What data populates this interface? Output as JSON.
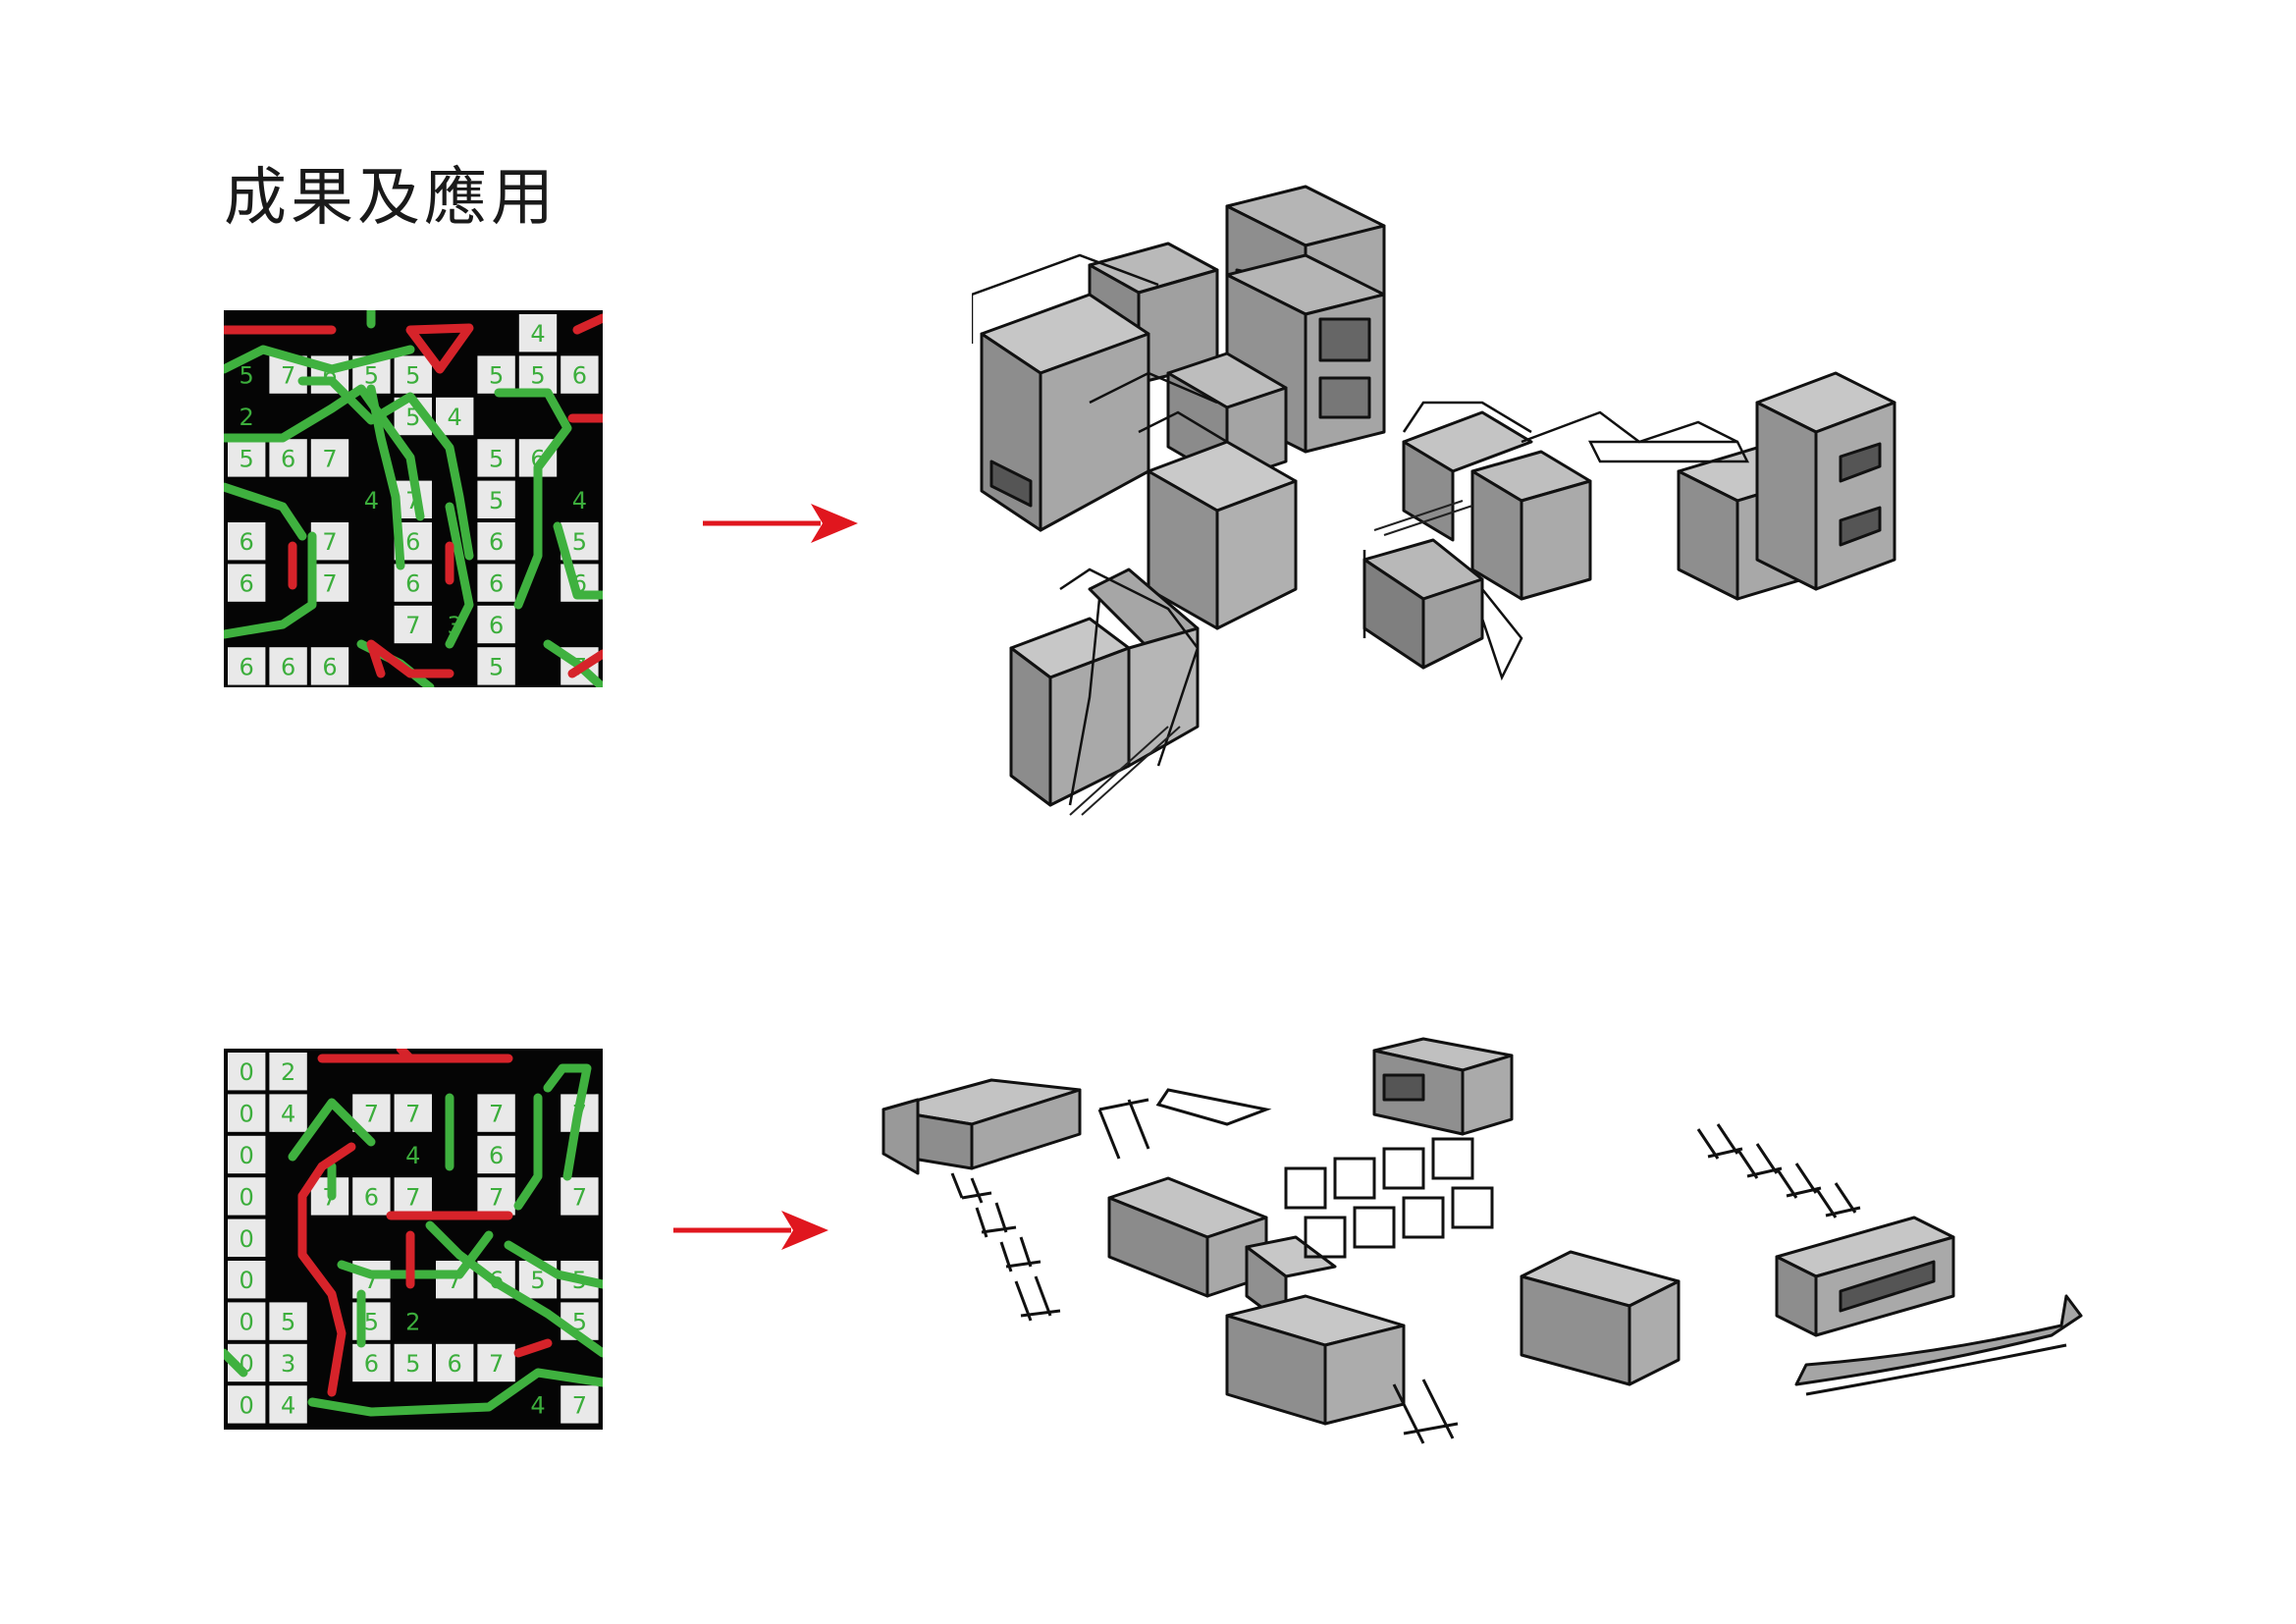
{
  "title": "成果及應用",
  "colors": {
    "grid_background": "#050505",
    "cell_fill": "#e9e9e9",
    "cell_text": "#3cae3c",
    "path_green": "#3fb13f",
    "path_red": "#d6232a",
    "arrow": "#e0161e",
    "model_fill": "#9c9c9c",
    "model_stroke": "#111111"
  },
  "grids": [
    {
      "name": "grid-top",
      "rows": [
        [
          "",
          "",
          "",
          "",
          "",
          "",
          "",
          "4",
          ""
        ],
        [
          "5",
          "7",
          "6",
          "5",
          "5",
          "",
          "5",
          "5",
          "6"
        ],
        [
          "2",
          "",
          "",
          "",
          "5",
          "4",
          "",
          "",
          ""
        ],
        [
          "5",
          "6",
          "7",
          "",
          "",
          "",
          "5",
          "6",
          ""
        ],
        [
          "",
          "",
          "",
          "4",
          "7",
          "",
          "5",
          "",
          "4"
        ],
        [
          "6",
          "",
          "7",
          "",
          "6",
          "",
          "6",
          "",
          "5"
        ],
        [
          "6",
          "",
          "7",
          "",
          "6",
          "",
          "6",
          "",
          "6"
        ],
        [
          "",
          "",
          "",
          "",
          "7",
          "3",
          "6",
          "",
          ""
        ],
        [
          "6",
          "6",
          "6",
          "",
          "",
          "",
          "5",
          "",
          "7"
        ]
      ],
      "boxed": [
        [
          0,
          0,
          0,
          0,
          0,
          0,
          0,
          1,
          0
        ],
        [
          0,
          1,
          1,
          1,
          1,
          0,
          1,
          1,
          1
        ],
        [
          0,
          0,
          0,
          0,
          1,
          1,
          0,
          0,
          0
        ],
        [
          1,
          1,
          1,
          0,
          0,
          0,
          1,
          1,
          0
        ],
        [
          0,
          0,
          0,
          0,
          1,
          0,
          1,
          0,
          0
        ],
        [
          1,
          0,
          1,
          0,
          1,
          0,
          1,
          0,
          1
        ],
        [
          1,
          0,
          1,
          0,
          1,
          0,
          1,
          0,
          1
        ],
        [
          0,
          0,
          0,
          0,
          1,
          0,
          1,
          0,
          0
        ],
        [
          1,
          1,
          1,
          0,
          0,
          0,
          1,
          0,
          1
        ]
      ]
    },
    {
      "name": "grid-bottom",
      "rows": [
        [
          "0",
          "2",
          "",
          "",
          "",
          "",
          "",
          "",
          ""
        ],
        [
          "0",
          "4",
          "",
          "7",
          "7",
          "",
          "7",
          "",
          "7"
        ],
        [
          "0",
          "",
          "",
          "",
          "4",
          "",
          "6",
          "",
          ""
        ],
        [
          "0",
          "",
          "7",
          "6",
          "7",
          "",
          "7",
          "",
          "7"
        ],
        [
          "0",
          "",
          "",
          "",
          "",
          "",
          "",
          "",
          ""
        ],
        [
          "0",
          "",
          "",
          "7",
          "",
          "7",
          "6",
          "5",
          "5"
        ],
        [
          "0",
          "5",
          "",
          "5",
          "2",
          "",
          "",
          "",
          "5"
        ],
        [
          "0",
          "3",
          "",
          "6",
          "5",
          "6",
          "7",
          "",
          ""
        ],
        [
          "0",
          "4",
          "",
          "",
          "",
          "",
          "",
          "4",
          "7"
        ]
      ],
      "boxed": [
        [
          1,
          1,
          0,
          0,
          0,
          0,
          0,
          0,
          0
        ],
        [
          1,
          1,
          0,
          1,
          1,
          0,
          1,
          0,
          1
        ],
        [
          1,
          0,
          0,
          0,
          0,
          0,
          1,
          0,
          0
        ],
        [
          1,
          0,
          1,
          1,
          1,
          0,
          1,
          0,
          1
        ],
        [
          1,
          0,
          0,
          0,
          0,
          0,
          0,
          0,
          0
        ],
        [
          1,
          0,
          0,
          1,
          0,
          1,
          1,
          1,
          1
        ],
        [
          1,
          1,
          0,
          1,
          0,
          0,
          0,
          0,
          1
        ],
        [
          1,
          1,
          0,
          1,
          1,
          1,
          1,
          0,
          0
        ],
        [
          1,
          1,
          0,
          0,
          0,
          0,
          0,
          0,
          1
        ]
      ]
    }
  ]
}
